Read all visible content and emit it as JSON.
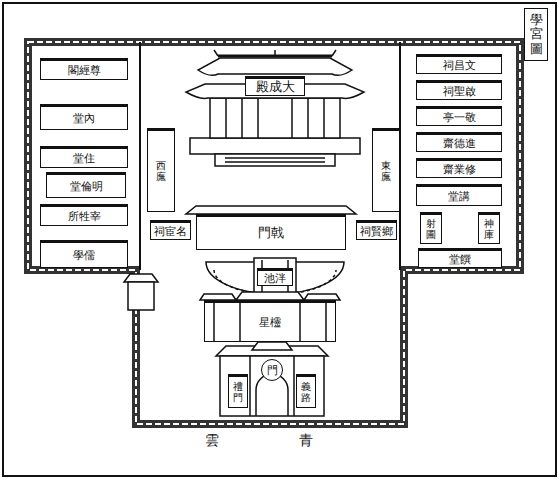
{
  "diagram": {
    "title": "學宮圖",
    "nodes": [
      {
        "text": [
          "尊經閣"
        ]
      },
      {
        "text": [
          "內堂"
        ]
      },
      {
        "text": [
          "住堂"
        ]
      },
      {
        "text": [
          "明倫堂"
        ]
      },
      {
        "text": [
          "宰牲所"
        ]
      },
      {
        "text": [
          "儒學"
        ]
      },
      {
        "text": [
          "大成殿"
        ]
      },
      {
        "text": [
          "西廡"
        ]
      },
      {
        "text": [
          "東廡"
        ]
      },
      {
        "text": [
          "名宦祠"
        ]
      },
      {
        "text": [
          "戟門"
        ]
      },
      {
        "text": [
          "鄉賢祠"
        ]
      },
      {
        "text": [
          "文昌祠"
        ]
      },
      {
        "text": [
          "啟聖祠"
        ]
      },
      {
        "text": [
          "敬一亭"
        ]
      },
      {
        "text": [
          "進德齋"
        ]
      },
      {
        "text": [
          "修業齋"
        ]
      },
      {
        "text": [
          "講堂"
        ]
      },
      {
        "text": [
          "射圃"
        ]
      },
      {
        "text": [
          "神庫"
        ]
      },
      {
        "text": [
          "饌堂"
        ]
      },
      {
        "text": [
          "泮池"
        ]
      },
      {
        "text": [
          "欞星"
        ]
      },
      {
        "text": [
          "禮門"
        ]
      },
      {
        "text": [
          "門"
        ]
      },
      {
        "text": [
          "義路"
        ]
      }
    ],
    "labels": [
      "青雲"
    ]
  }
}
